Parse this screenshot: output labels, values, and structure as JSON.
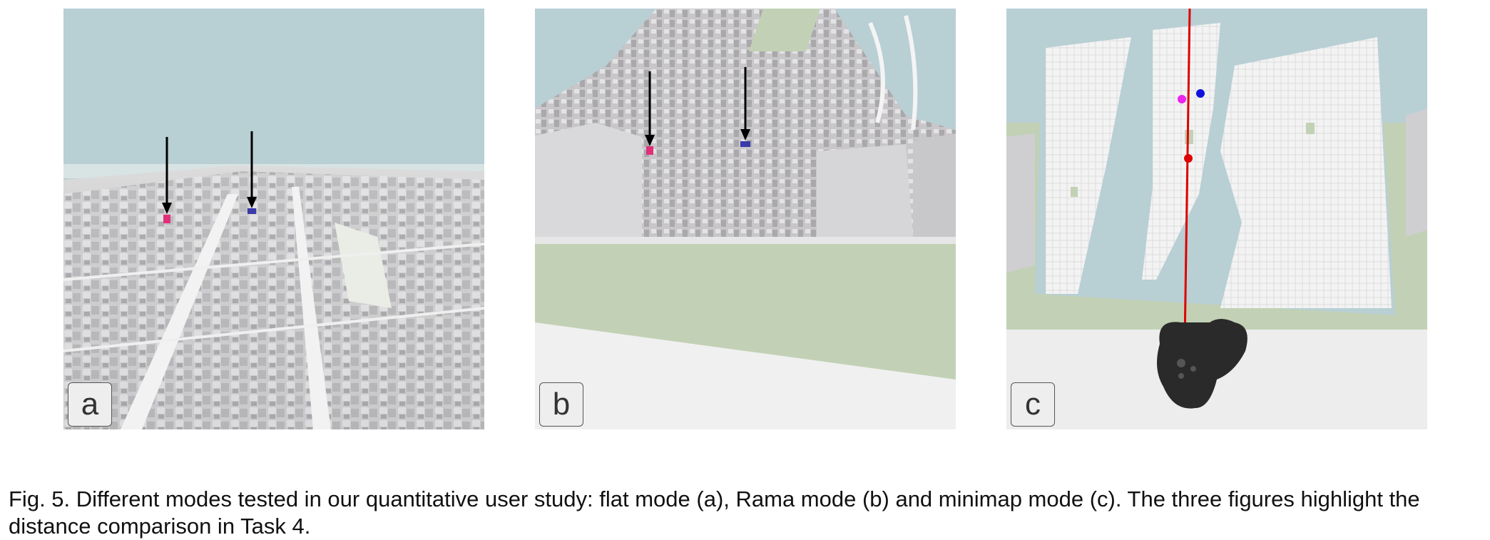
{
  "figure": {
    "panels": [
      {
        "id": "a",
        "label": "a"
      },
      {
        "id": "b",
        "label": "b"
      },
      {
        "id": "c",
        "label": "c"
      }
    ],
    "caption": "Fig. 5. Different modes tested in our quantitative user study: flat mode (a), Rama mode (b) and minimap mode (c). The three figures highlight the distance comparison in Task 4."
  },
  "colors": {
    "sky": "#b8cfd4",
    "building": "#c9c7c9",
    "ground": "#c2d1b5",
    "floor": "#eeeeee",
    "marker_pink": "#e0307a",
    "marker_blue": "#3a3aaa",
    "ray_red": "#dd0000",
    "dot_magenta": "#ee22ee",
    "dot_blue": "#1010dd",
    "controller": "#2a2a2a"
  }
}
